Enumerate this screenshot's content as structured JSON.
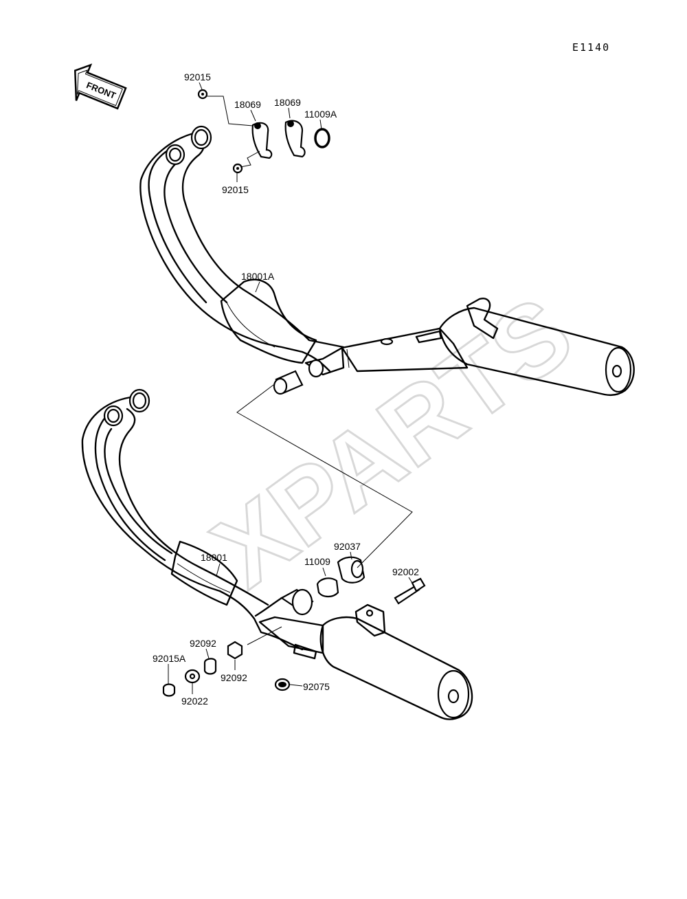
{
  "diagram_code": "E1140",
  "front_label": "FRONT",
  "watermark": "XPARTS",
  "parts": {
    "p92015_top": "92015",
    "p18069_left": "18069",
    "p18069_right": "18069",
    "p11009A": "11009A",
    "p92015_bottom": "92015",
    "p18001A": "18001A",
    "p18001": "18001",
    "p92037": "92037",
    "p11009": "11009",
    "p92002": "92002",
    "p92092_left": "92092",
    "p92092_right": "92092",
    "p92015A": "92015A",
    "p92022": "92022",
    "p92075": "92075"
  }
}
